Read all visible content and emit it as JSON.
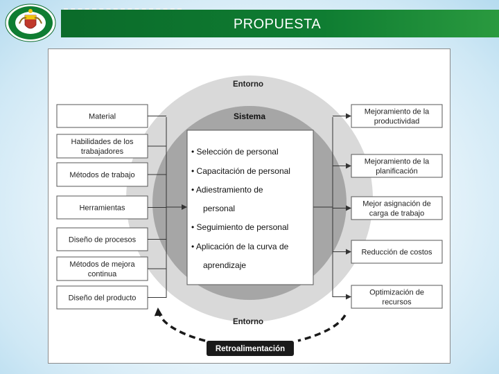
{
  "header": {
    "title": "PROPUESTA"
  },
  "diagram": {
    "entorno_top": "Entorno",
    "entorno_bottom": "Entorno",
    "sistema": "Sistema",
    "feedback": "Retroalimentación",
    "inputs": [
      [
        "Material"
      ],
      [
        "Habilidades de los",
        "trabajadores"
      ],
      [
        "Métodos de trabajo"
      ],
      [
        "Herramientas"
      ],
      [
        "Diseño de procesos"
      ],
      [
        "Métodos de mejora",
        "continua"
      ],
      [
        "Diseño del producto"
      ]
    ],
    "system_items": [
      "•  Selección de personal",
      "•  Capacitación de personal",
      "•  Adiestramiento de",
      "personal",
      "•  Seguimiento de personal",
      "•  Aplicación de la curva de",
      "aprendizaje"
    ],
    "outputs": [
      [
        "Mejoramiento de la",
        "productividad"
      ],
      [
        "Mejoramiento de la",
        "planificación"
      ],
      [
        "Mejor asignación de",
        "carga de trabajo"
      ],
      [
        "Reducción de costos"
      ],
      [
        "Optimización de",
        "recursos"
      ]
    ]
  },
  "colors": {
    "header_green": "#0f7d32",
    "outer_circle": "#d9d9d9",
    "inner_circle": "#a6a6a6",
    "feedback_box": "#1a1a1a"
  }
}
